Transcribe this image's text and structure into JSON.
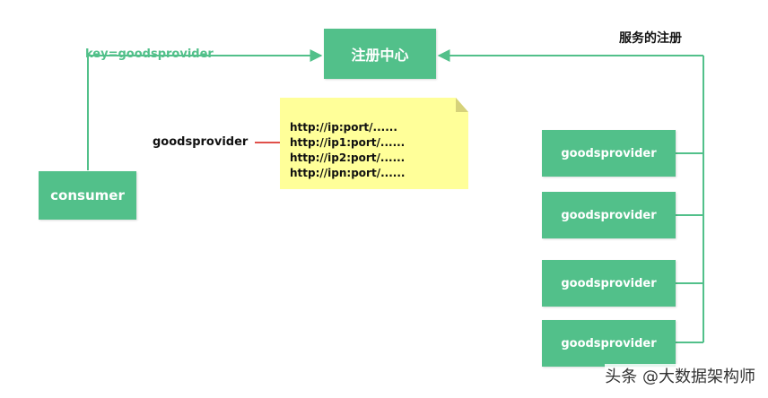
{
  "registry": {
    "label": "注册中心"
  },
  "consumer": {
    "label": "consumer"
  },
  "providers": [
    {
      "label": "goodsprovider"
    },
    {
      "label": "goodsprovider"
    },
    {
      "label": "goodsprovider"
    },
    {
      "label": "goodsprovider"
    }
  ],
  "edge_labels": {
    "lookup_key": "key=goodsprovider",
    "registration": "服务的注册",
    "service_name": "goodsprovider"
  },
  "note": {
    "urls": [
      "http://ip:port/......",
      "http://ip1:port/......",
      "http://ip2:port/......",
      "http://ipn:port/......"
    ]
  },
  "watermark": "头条 @大数据架构师",
  "colors": {
    "accent": "#52c08a",
    "note": "#ffff99",
    "connector": "#e0504a"
  }
}
